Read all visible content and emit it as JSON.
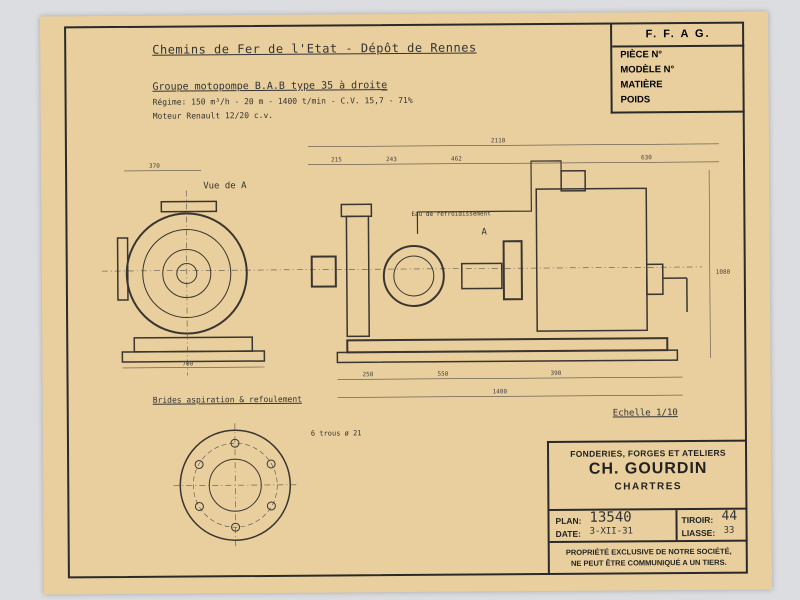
{
  "header": {
    "line1": "Chemins de Fer de l'Etat - Dépôt de Rennes",
    "line2": "Groupe motopompe B.A.B type 35 à droite",
    "line3": "Régime: 150 m³/h - 20 m - 1400 t/min - C.V. 15,7 - 71%",
    "line4": "Moteur Renault 12/20 c.v."
  },
  "ffag": {
    "title": "F. F. A G.",
    "rows": [
      "PIÈCE N°",
      "MODÈLE N°",
      "MATIÈRE",
      "POIDS"
    ]
  },
  "labels": {
    "view": "Vue de A",
    "eau": "Eau de refroidissement",
    "a_mark": "A",
    "flanges": "Brides aspiration & refoulement",
    "holes": "6 trous ø 21",
    "scale": "Echelle 1/10"
  },
  "dims": {
    "overall": "2110",
    "d215": "215",
    "d243": "243",
    "d462": "462",
    "d630": "630",
    "d370": "370",
    "d1080": "1080",
    "d1400": "1400",
    "d250": "250",
    "d550": "550",
    "d390": "390",
    "d700": "700"
  },
  "block": {
    "company": "FONDERIES, FORGES ET ATELIERS",
    "name": "CH. GOURDIN",
    "city": "CHARTRES",
    "plan_label": "PLAN:",
    "plan_value": "13540",
    "date_label": "DATE:",
    "date_value": "3-XII-31",
    "tiroir_label": "TIROIR:",
    "tiroir_value": "44",
    "liasse_label": "LIASSE:",
    "liasse_value": "33",
    "legal_1": "PROPRIÉTÉ EXCLUSIVE DE NOTRE SOCIÉTÉ,",
    "legal_2": "NE PEUT ÊTRE COMMUNIQUÉ A UN TIERS."
  }
}
